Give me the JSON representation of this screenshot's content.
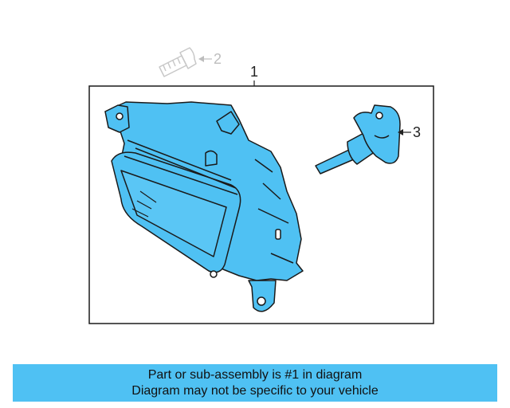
{
  "callouts": {
    "part1": "1",
    "part2": "2",
    "part3": "3"
  },
  "footer": {
    "line1": "Part or sub-assembly is #1 in diagram",
    "line2": "Diagram may not be specific to your vehicle"
  },
  "colors": {
    "part_fill": "#4fc1f3",
    "ghost_part": "#c8c8c8",
    "banner": "#4fc1f3",
    "outline": "#1a1a1a"
  },
  "icons": {
    "bolt": "bolt-icon",
    "fog-lamp": "fog-lamp-icon",
    "bulb": "bulb-icon"
  }
}
